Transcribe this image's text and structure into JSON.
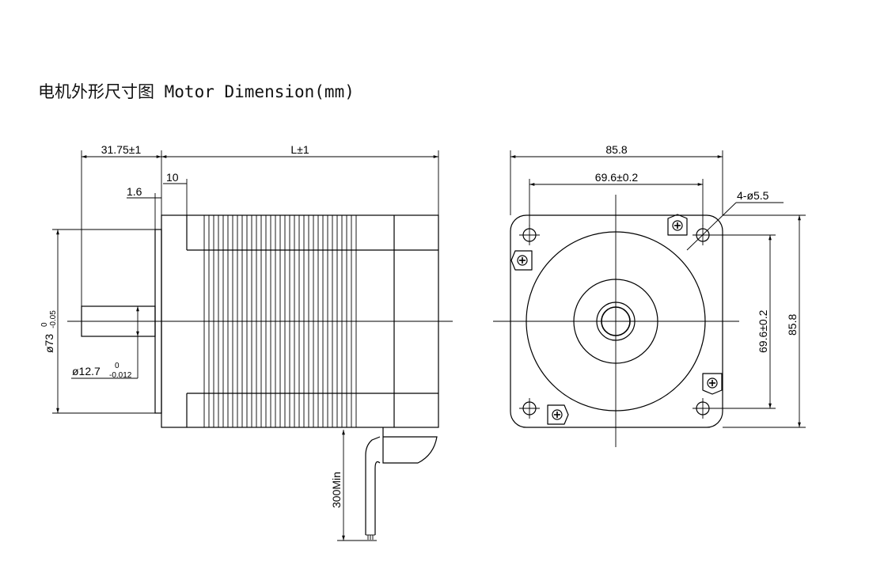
{
  "title": "电机外形尺寸图 Motor Dimension(mm)",
  "side_view": {
    "dim_front_len": "31.75±1",
    "dim_body_len": "L±1",
    "dim_flange": "10",
    "dim_boss": "1.6",
    "dim_pilot": "ø73",
    "dim_pilot_tol_top": "0",
    "dim_pilot_tol_bot": "-0.05",
    "dim_shaft": "ø12.7",
    "dim_shaft_tol_top": "0",
    "dim_shaft_tol_bot": "-0.012",
    "dim_lead": "300Min"
  },
  "front_view": {
    "dim_width": "85.8",
    "dim_hole_pitch_h": "69.6±0.2",
    "dim_holes": "4-ø5.5",
    "dim_hole_pitch_v": "69.6±0.2",
    "dim_height": "85.8"
  }
}
